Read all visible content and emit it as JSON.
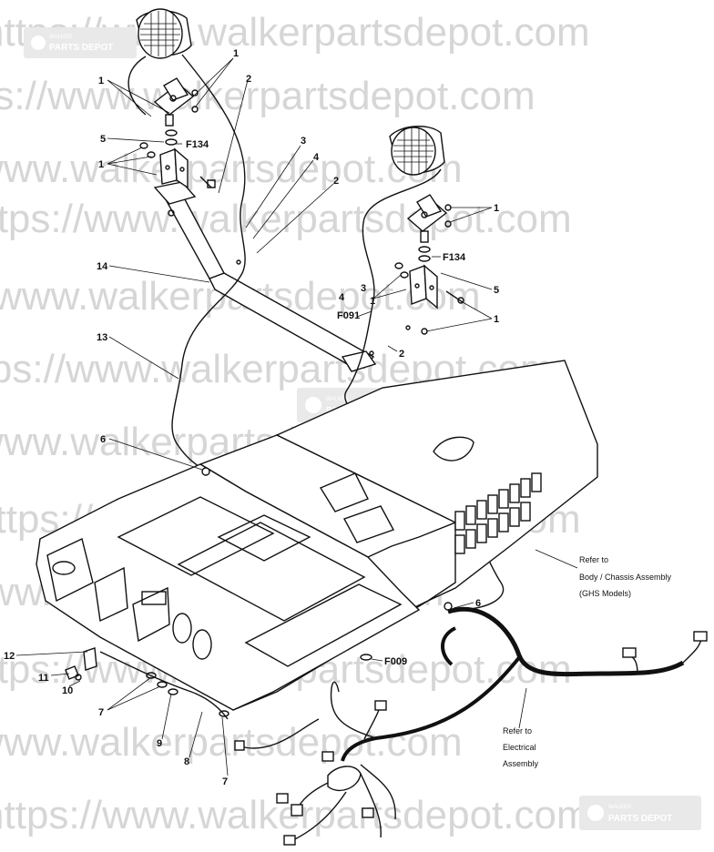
{
  "watermark": {
    "url_text": "https://www.walkerpartsdepot.com",
    "logo_name": "WALKER",
    "logo_text": "PARTS DEPOT"
  },
  "callouts": {
    "c1_left_top": "1",
    "c2_left_top": "2",
    "c5_left": "5",
    "f134_left": "F134",
    "c1_left_mid": "1",
    "c3_center": "3",
    "c4_center": "4",
    "c2_center": "2",
    "c14": "14",
    "c13": "13",
    "c1_right_top": "1",
    "f134_right": "F134",
    "c5_right": "5",
    "c1_right_mid": "1",
    "c3_right": "3",
    "c4_right": "4",
    "f091": "F091",
    "c1_right_bottom": "1",
    "c2_right": "2",
    "c6_left": "6",
    "c6_right": "6",
    "c12": "12",
    "c11": "11",
    "c10": "10",
    "c7_left": "7",
    "c9": "9",
    "c8": "8",
    "c7_bottom": "7",
    "f009": "F009"
  },
  "notes": {
    "body_chassis": [
      "Refer to",
      "Body / Chassis Assembly",
      "(GHS Models)"
    ],
    "electrical": [
      "Refer to",
      "Electrical",
      "Assembly"
    ]
  }
}
